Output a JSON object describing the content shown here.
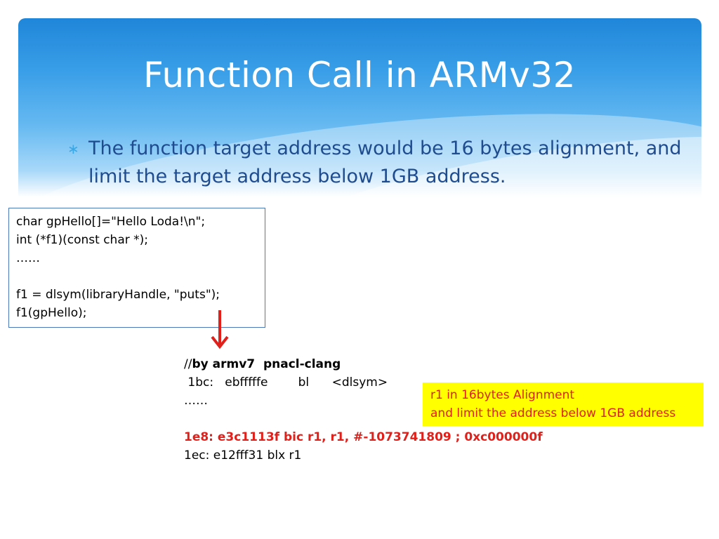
{
  "slide": {
    "title": "Function Call in ARMv32",
    "bullet_mark": "∗",
    "bullet_text": "The function target address would be 16 bytes alignment, and limit the target address below 1GB address."
  },
  "code_box": {
    "lines": [
      "char gpHello[]=\"Hello Loda!\\n\";",
      "int (*f1)(const char *);",
      "……",
      "",
      "f1 = dlsym(libraryHandle, \"puts\");",
      "f1(gpHello);"
    ]
  },
  "asm_listing": {
    "comment_prefix": "//",
    "comment_bold": "by armv7  pnacl-clang",
    "line_call": " 1bc:   ebfffffe        bl      <dlsym>",
    "ellipsis": "……",
    "blank": "",
    "line_bic": "1e8: e3c1113f bic r1, r1, #-1073741809 ; 0xc000000f",
    "line_blx": "1ec: e12fff31 blx r1"
  },
  "note": {
    "line1": "r1 in 16bytes Alignment",
    "line2": "and limit the address below 1GB address"
  },
  "colors": {
    "title": "#ffffff",
    "bullet": "#1f4c8f",
    "highlight_text": "#e0201b",
    "note_background": "#ffff00",
    "arrow": "#e0201b"
  }
}
